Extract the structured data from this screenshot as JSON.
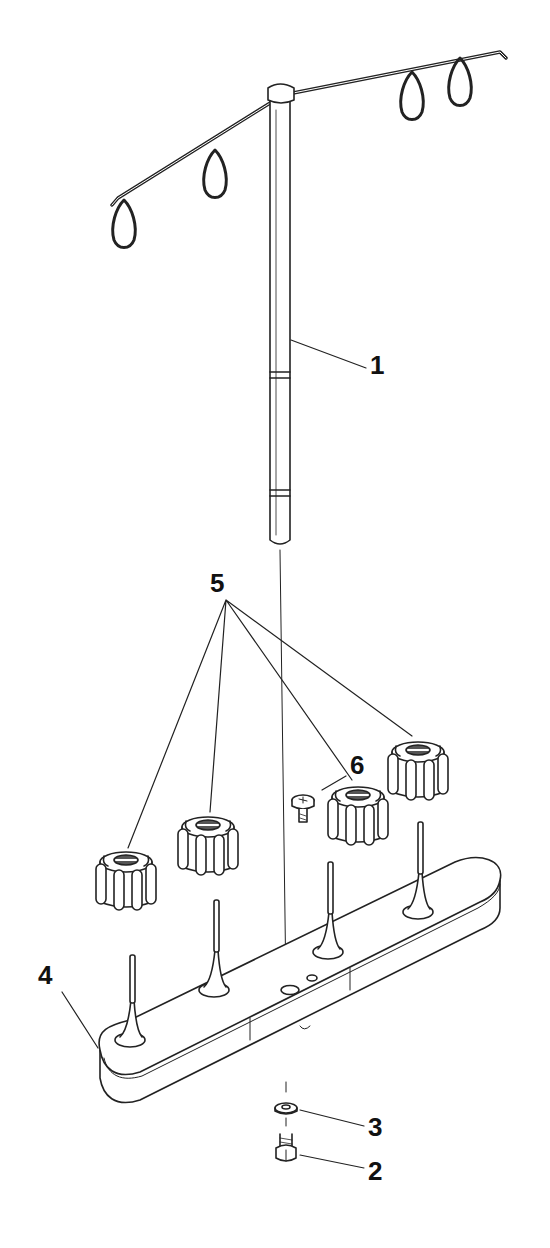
{
  "diagram": {
    "labels": [
      "1",
      "5",
      "6",
      "4",
      "3",
      "2"
    ]
  }
}
